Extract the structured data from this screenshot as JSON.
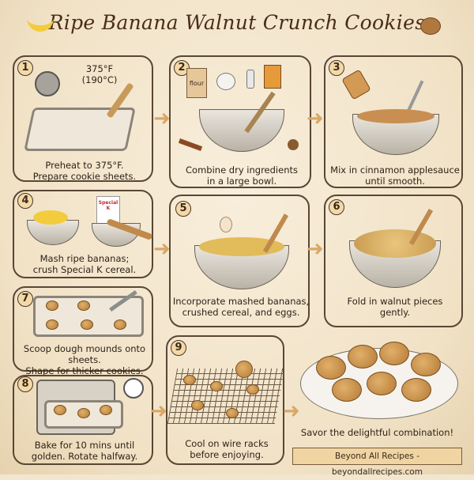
{
  "title": "Ripe Banana Walnut Crunch Cookies",
  "steps": [
    {
      "number": "1",
      "caption_line1": "Preheat to 375°F.",
      "caption_line2": "Prepare cookie sheets.",
      "temp_f": "375°F",
      "temp_c": "(190°C)"
    },
    {
      "number": "2",
      "caption_line1": "Combine dry ingredients",
      "caption_line2": "in a large bowl.",
      "flour_label": "flour"
    },
    {
      "number": "3",
      "caption_line1": "Mix in cinnamon applesauce",
      "caption_line2": "until smooth."
    },
    {
      "number": "4",
      "caption_line1": "Mash ripe bananas;",
      "caption_line2": "crush Special K cereal.",
      "cereal_label": "Special K"
    },
    {
      "number": "5",
      "caption_line1": "Incorporate mashed bananas,",
      "caption_line2": "crushed cereal, and eggs."
    },
    {
      "number": "6",
      "caption_line1": "Fold in walnut pieces",
      "caption_line2": "gently."
    },
    {
      "number": "7",
      "caption_line1": "Scoop dough mounds onto sheets.",
      "caption_line2": "Shape for thicker cookies."
    },
    {
      "number": "8",
      "caption_line1": "Bake for 10 mins until",
      "caption_line2": "golden. Rotate halfway."
    },
    {
      "number": "9",
      "caption_line1": "Cool on wire racks",
      "caption_line2": "before enjoying."
    }
  ],
  "final": {
    "caption": "Savor the delightful combination!"
  },
  "footer": "Beyond All Recipes - beyondallrecipes.com",
  "colors": {
    "background": "#f3e6cf",
    "ink": "#3a2a1c",
    "arrow": "#d9a867",
    "banner": "#f0d4a2"
  }
}
